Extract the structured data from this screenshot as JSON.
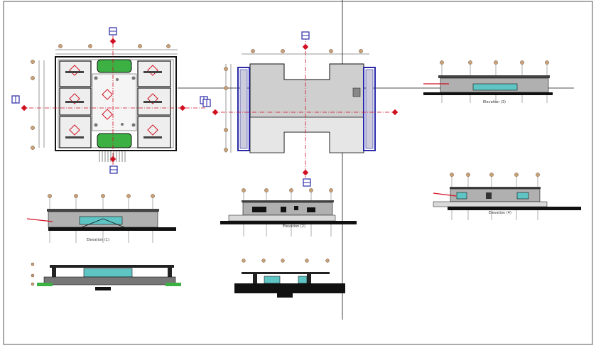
{
  "drawing": {
    "elevation_labels": {
      "e1": "Elevation (1)",
      "e2": "Elevation (2)",
      "e3": "Elevation (3)",
      "e4": "Elevation (4)"
    }
  },
  "colors": {
    "background": "#ffffff",
    "border": "#555555",
    "line": "#222222",
    "wall_fill": "#b0b0b0",
    "roof_fill": "#d9d9d9",
    "window_fill": "#5fc4c4",
    "marker_blue": "#2a2aa8",
    "marker_red": "#d01020",
    "grass_green": "#3cb043",
    "grid_bubble": "#b08050"
  },
  "icons": [
    "section-marker-icon",
    "grid-bubble-icon",
    "level-marker-icon"
  ]
}
